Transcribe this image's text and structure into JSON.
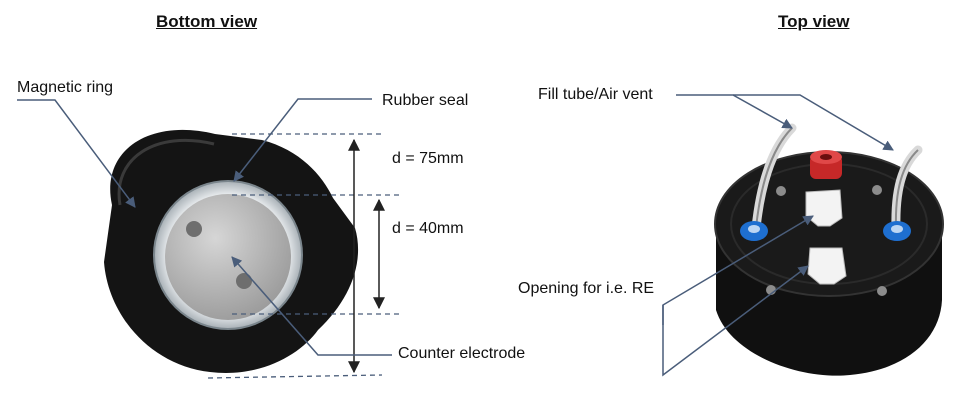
{
  "bottom_view": {
    "title": "Bottom view",
    "labels": {
      "magnetic_ring": "Magnetic ring",
      "rubber_seal": "Rubber seal",
      "outer_diameter": "d = 75mm",
      "inner_diameter": "d = 40mm",
      "counter_electrode": "Counter electrode"
    }
  },
  "top_view": {
    "title": "Top view",
    "labels": {
      "fill_tube": "Fill tube/Air vent",
      "opening": "Opening for i.e. RE"
    }
  },
  "colors": {
    "cell_body": "#151515",
    "electrode": "#bdbdbd",
    "seal": "#d9dde0",
    "red_fitting": "#c62828",
    "blue_fitting": "#1e6fd0",
    "pointer_line": "#4a5d7a"
  }
}
